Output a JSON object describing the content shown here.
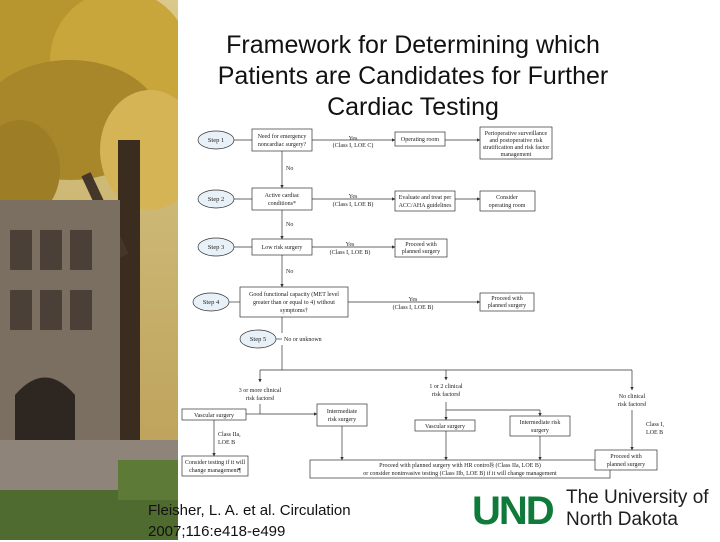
{
  "slide": {
    "title_line1": "Framework for Determining which",
    "title_line2": "Patients are Candidates for Further",
    "title_line3": "Cardiac Testing",
    "citation_line1": "Fleisher, L. A. et al. Circulation",
    "citation_line2": "2007;116:e418-e499"
  },
  "logo": {
    "mark": "UND",
    "line1": "The University of",
    "line2": "North Dakota",
    "colors": {
      "green": "#0f7a3a",
      "dark": "#1e1e1e"
    }
  },
  "flowchart": {
    "steps": [
      "Step 1",
      "Step 2",
      "Step 3",
      "Step 4",
      "Step 5"
    ],
    "decisions": {
      "d1_l1": "Need for emergency",
      "d1_l2": "noncardiac surgery?",
      "d2_l1": "Active cardiac",
      "d2_l2": "conditions*",
      "d3": "Low risk surgery",
      "d4_l1": "Good functional capacity (MET level",
      "d4_l2": "greater than or equal to 4) without",
      "d4_l3": "symptoms†",
      "d5": "No or unknown"
    },
    "yes_labels": {
      "y1_l1": "Yes",
      "y1_l2": "(Class I, LOE C)",
      "y2_l1": "Yes",
      "y2_l2": "(Class I, LOE B)",
      "y3_l1": "Yes",
      "y3_l2": "(Class I, LOE B)",
      "y4_l1": "Yes",
      "y4_l2": "(Class I, LOE B)"
    },
    "no_label": "No",
    "actions": {
      "a1": "Operating room",
      "a1b_l1": "Perioperative surveillance",
      "a1b_l2": "and postoperative risk",
      "a1b_l3": "stratification and risk factor",
      "a1b_l4": "management",
      "a2_l1": "Evaluate and treat per",
      "a2_l2": "ACC/AHA guidelines",
      "a2b_l1": "Consider",
      "a2b_l2": "operating room",
      "a3_l1": "Proceed with",
      "a3_l2": "planned surgery",
      "a4_l1": "Proceed with",
      "a4_l2": "planned surgery"
    },
    "risk_groups": {
      "g1_l1": "3 or more clinical",
      "g1_l2": "risk factors‖",
      "g2_l1": "1 or 2 clinical",
      "g2_l2": "risk factors‖",
      "g3_l1": "No clinical",
      "g3_l2": "risk factors‖"
    },
    "surgery_types": {
      "vascular_1": "Vascular surgery",
      "inter_1_l1": "Intermediate",
      "inter_1_l2": "risk surgery",
      "vascular_2": "Vascular surgery",
      "inter_2_l1": "Intermediate risk",
      "inter_2_l2": "surgery"
    },
    "class_labels": {
      "c1_l1": "Class IIa,",
      "c1_l2": "LOE B",
      "c2_l1": "Class I,",
      "c2_l2": "LOE B"
    },
    "outcomes": {
      "o1_l1": "Consider testing if it will",
      "o1_l2": "change management¶",
      "o2_l1": "Proceed with planned surgery with HR control§ (Class IIa, LOE B)",
      "o2_l2": "or consider noninvasive testing (Class IIb, LOE B) if it will change management",
      "o3_l1": "Proceed with",
      "o3_l2": "planned surgery"
    }
  }
}
